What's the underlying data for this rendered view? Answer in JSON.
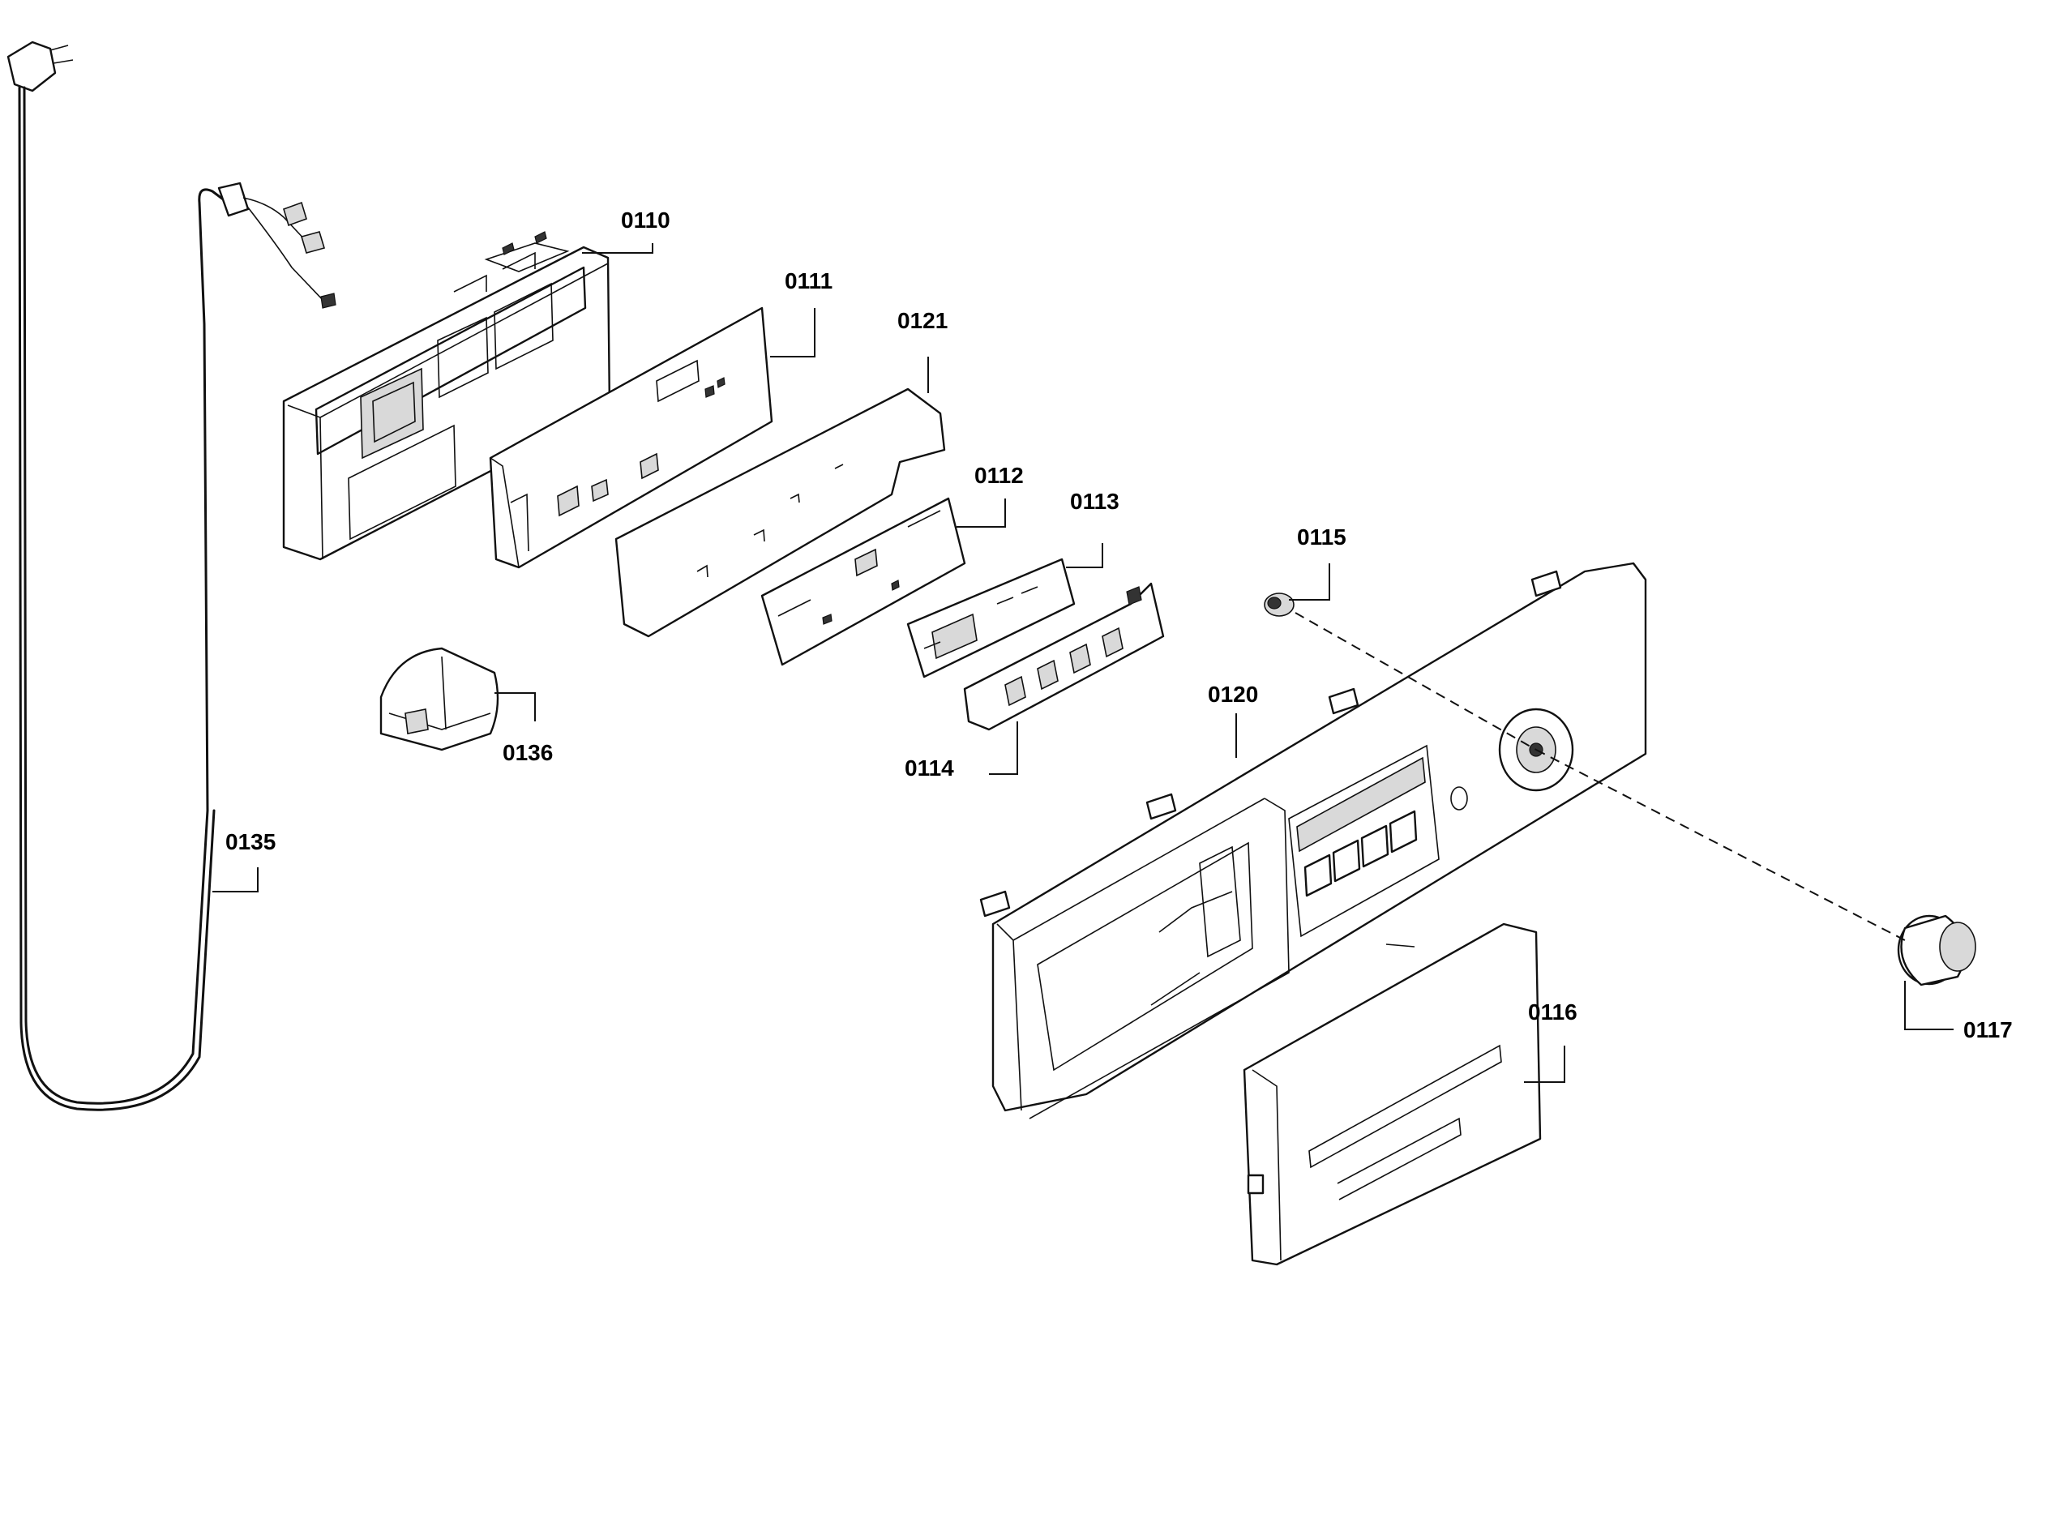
{
  "callouts": {
    "c0110": "0110",
    "c0111": "0111",
    "c0121": "0121",
    "c0112": "0112",
    "c0113": "0113",
    "c0115": "0115",
    "c0120": "0120",
    "c0114": "0114",
    "c0136": "0136",
    "c0135": "0135",
    "c0116": "0116",
    "c0117": "0117"
  }
}
